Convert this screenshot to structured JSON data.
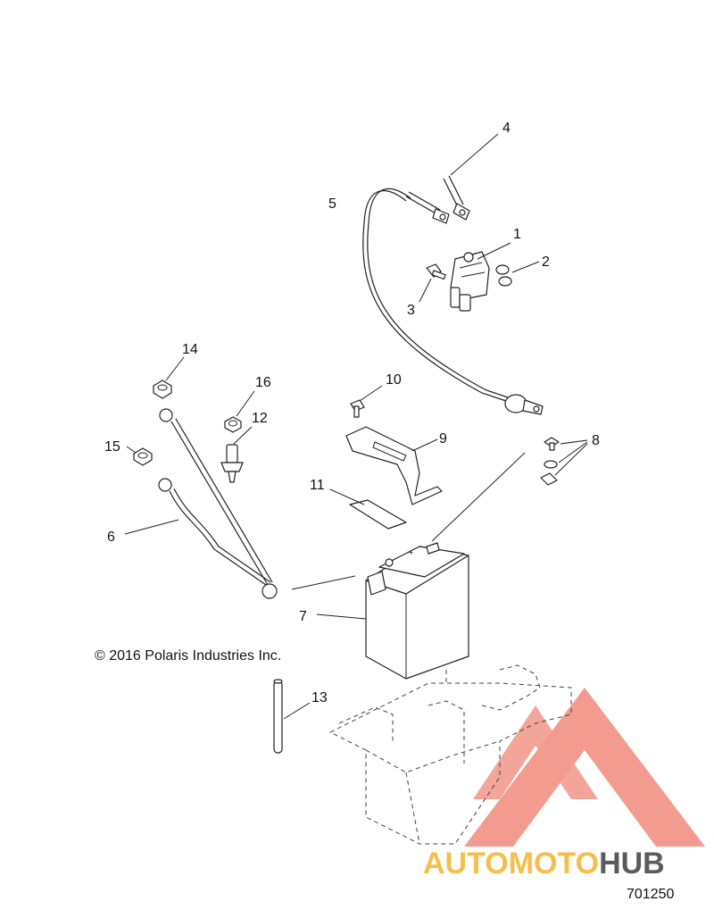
{
  "callouts": [
    "1",
    "2",
    "3",
    "4",
    "5",
    "6",
    "7",
    "8",
    "9",
    "10",
    "11",
    "12",
    "13",
    "14",
    "15",
    "16"
  ],
  "copyright": "© 2016 Polaris Industries Inc.",
  "figure_number": "701250",
  "watermark": {
    "text_part1": "AUTOMOTO",
    "text_part2": "HUB",
    "color_primary": "#f07a6a",
    "color_secondary": "#f5b020",
    "color_dark": "#333333"
  }
}
